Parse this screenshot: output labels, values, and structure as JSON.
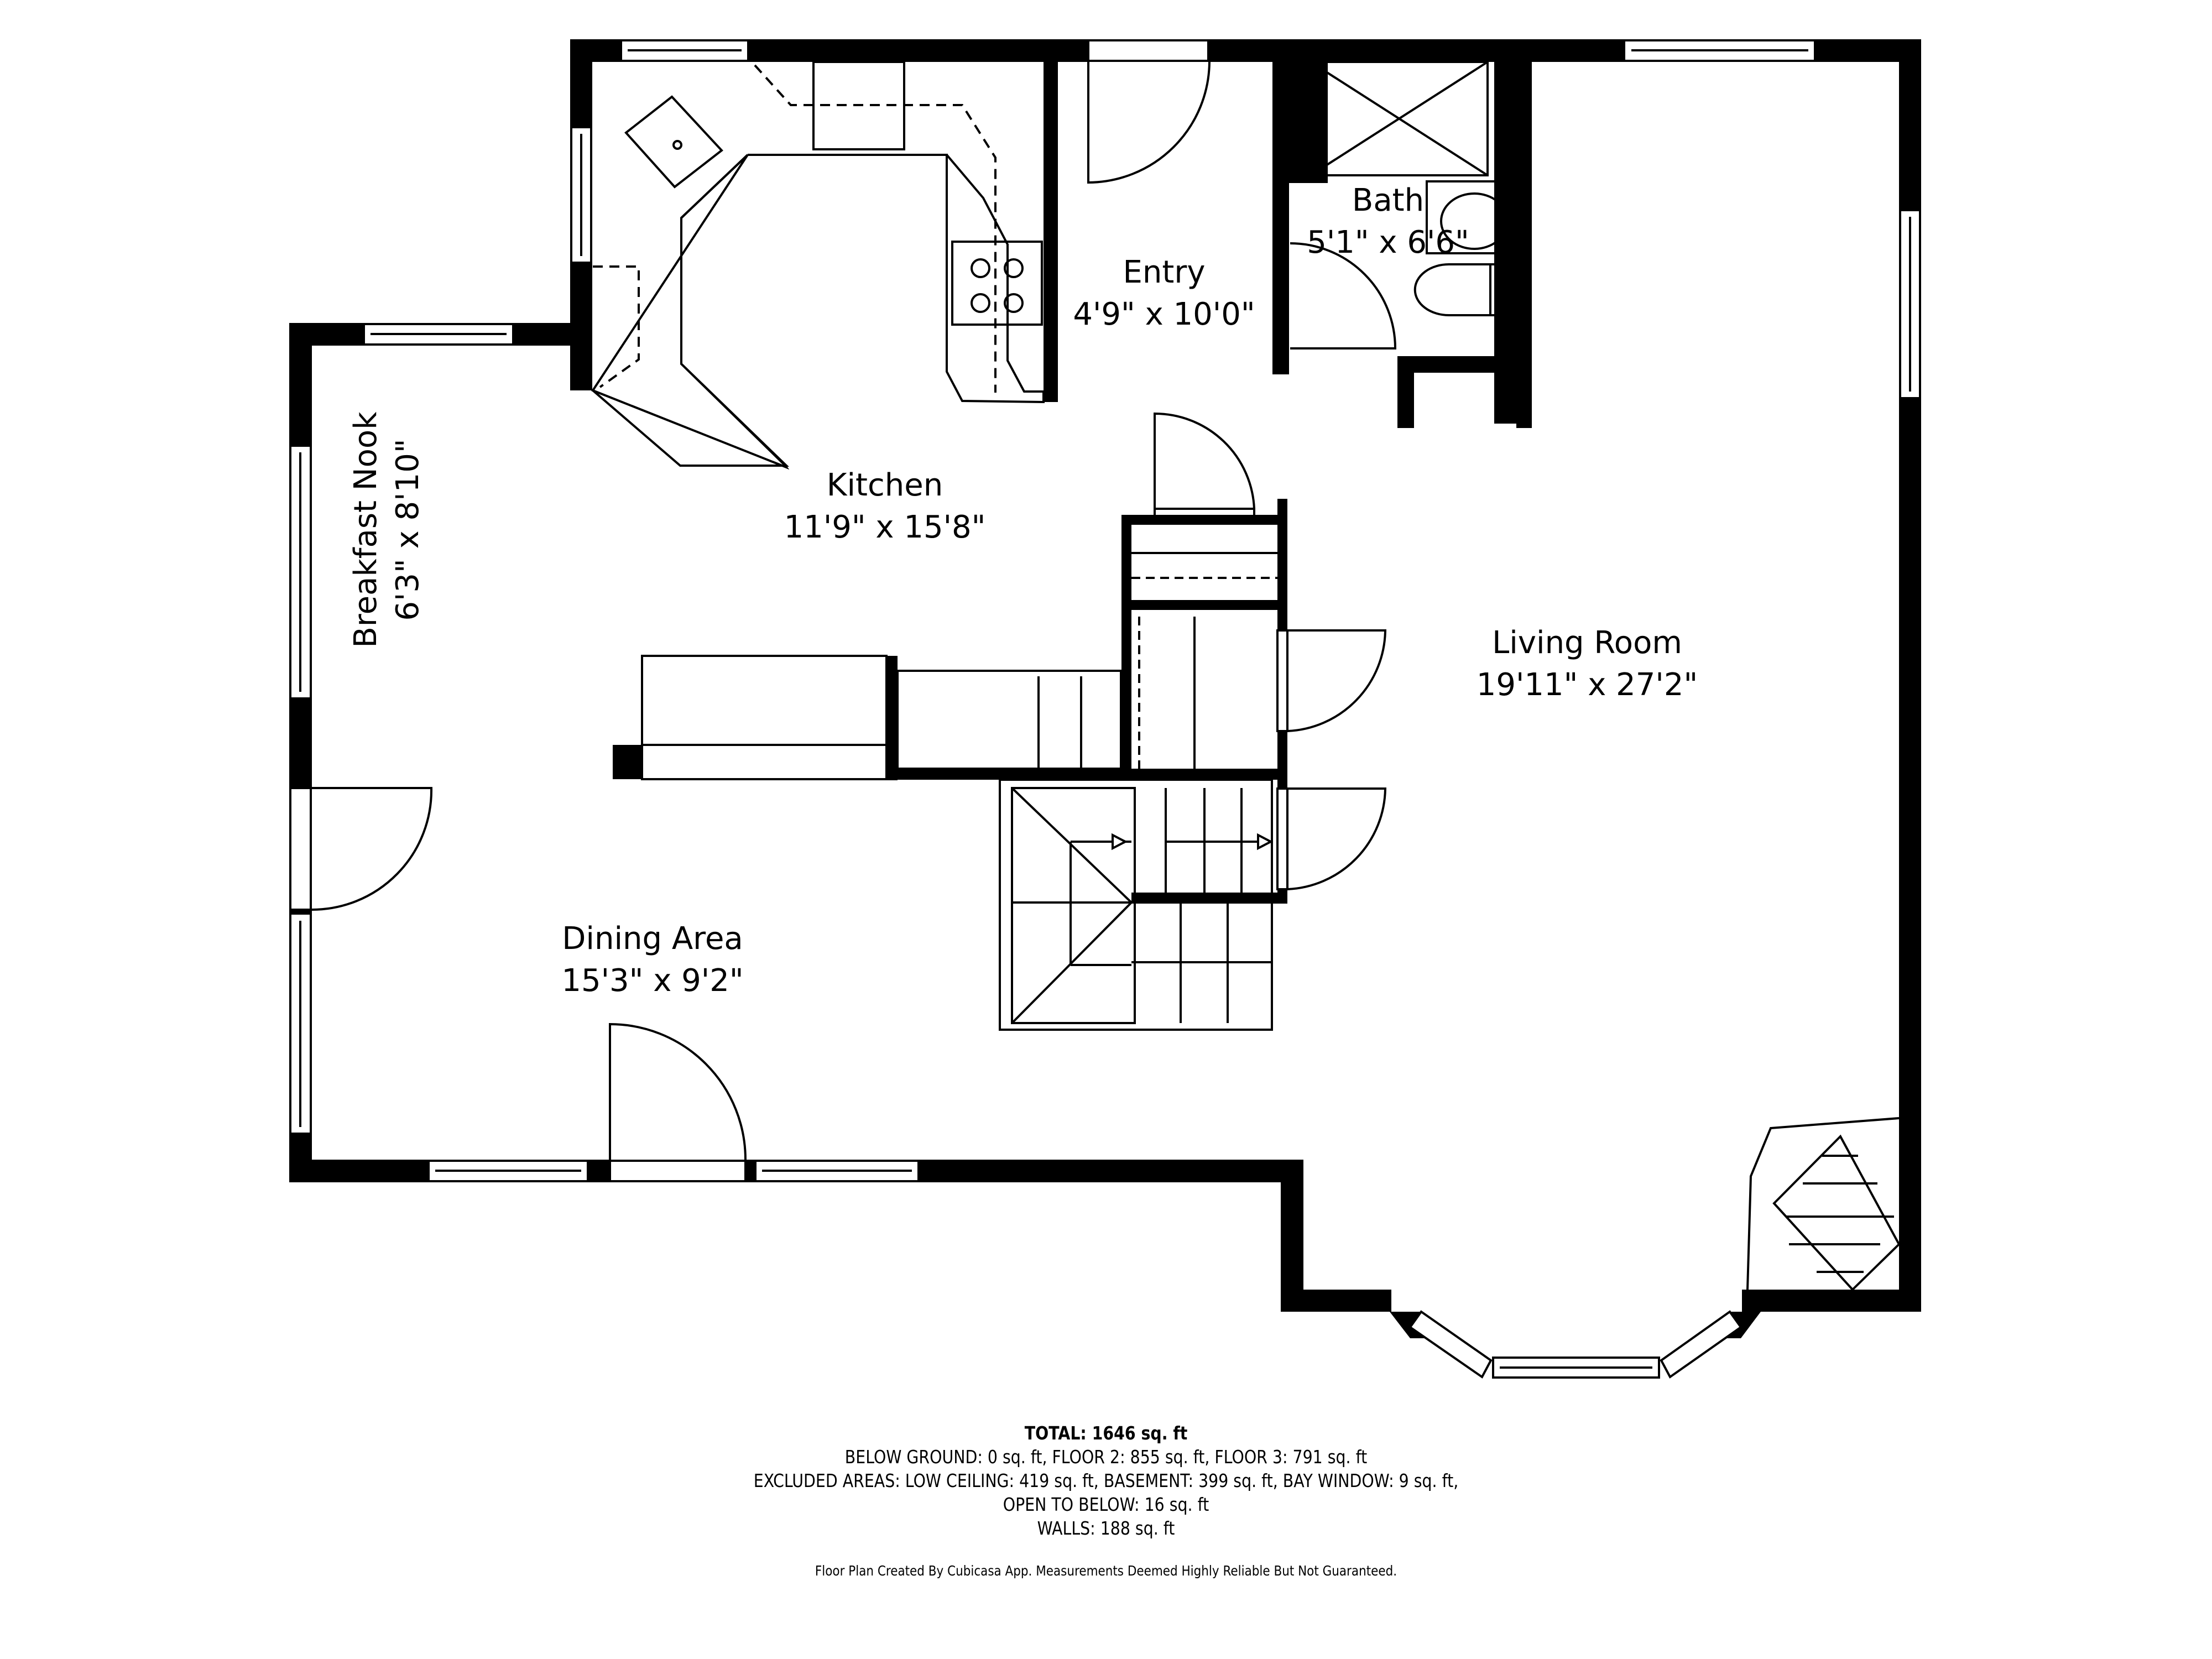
{
  "rooms": {
    "kitchen": {
      "name": "Kitchen",
      "dims": "11'9\" x 15'8\""
    },
    "entry": {
      "name": "Entry",
      "dims": "4'9\" x 10'0\""
    },
    "bath": {
      "name": "Bath",
      "dims": "5'1\" x 6'6\""
    },
    "breakfast_nook": {
      "name": "Breakfast Nook",
      "dims": "6'3\" x 8'10\""
    },
    "living_room": {
      "name": "Living Room",
      "dims": "19'11\" x 27'2\""
    },
    "dining_area": {
      "name": "Dining Area",
      "dims": "15'3\" x 9'2\""
    }
  },
  "summary": {
    "total": "TOTAL: 1646 sq. ft",
    "floors": "BELOW GROUND: 0 sq. ft, FLOOR 2: 855 sq. ft, FLOOR 3: 791 sq. ft",
    "excluded": "EXCLUDED AREAS: LOW CEILING: 419 sq. ft, BASEMENT: 399 sq. ft, BAY WINDOW: 9 sq. ft,",
    "open_to_below": "OPEN TO BELOW: 16 sq. ft",
    "walls": "WALLS: 188 sq. ft"
  },
  "credit": "Floor Plan Created By Cubicasa App. Measurements Deemed Highly Reliable But Not Guaranteed.",
  "icons": {
    "stove": "stove-icon",
    "sink": "sink-icon",
    "toilet": "toilet-icon",
    "shower": "shower-icon",
    "fireplace": "fireplace-icon",
    "stairs": "stairs-icon",
    "door": "door-icon",
    "window": "window-icon"
  },
  "colors": {
    "wall": "#000000",
    "background": "#ffffff",
    "line": "#000000"
  }
}
